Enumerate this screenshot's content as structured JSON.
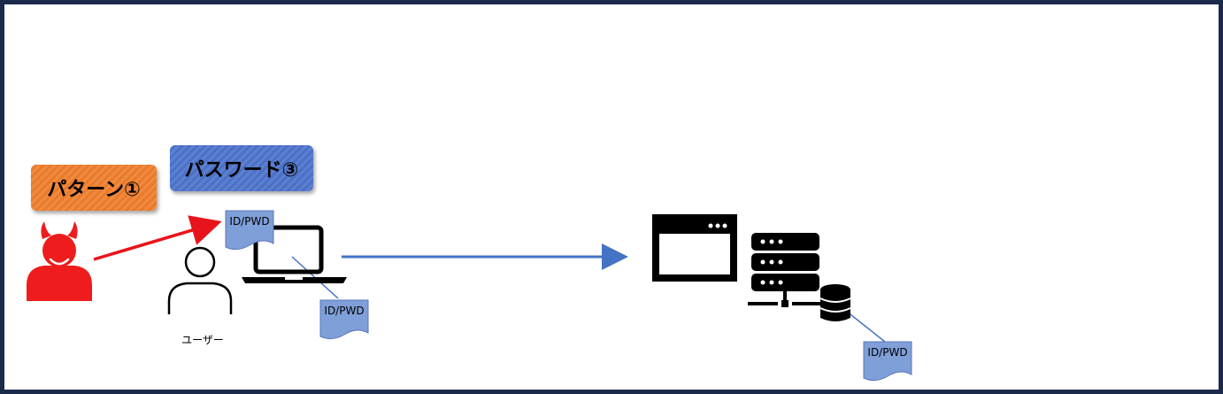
{
  "tags": {
    "pattern": "パターン①",
    "password": "パスワード③"
  },
  "notes": {
    "note_top": "ID/PWD",
    "note_laptop": "ID/PWD",
    "note_db": "ID/PWD"
  },
  "labels": {
    "user": "ユーザー"
  },
  "icons": [
    "devil-icon",
    "user-icon",
    "laptop-icon",
    "browser-window-icon",
    "server-icon",
    "database-icon"
  ],
  "colors": {
    "frame_border": "#1b2a4a",
    "attack_arrow": "#e8141b",
    "flow_arrow": "#4472c4",
    "pattern_tag": "#ee7f34",
    "password_tag": "#5579cc",
    "note_fill": "#7f9fd9"
  }
}
